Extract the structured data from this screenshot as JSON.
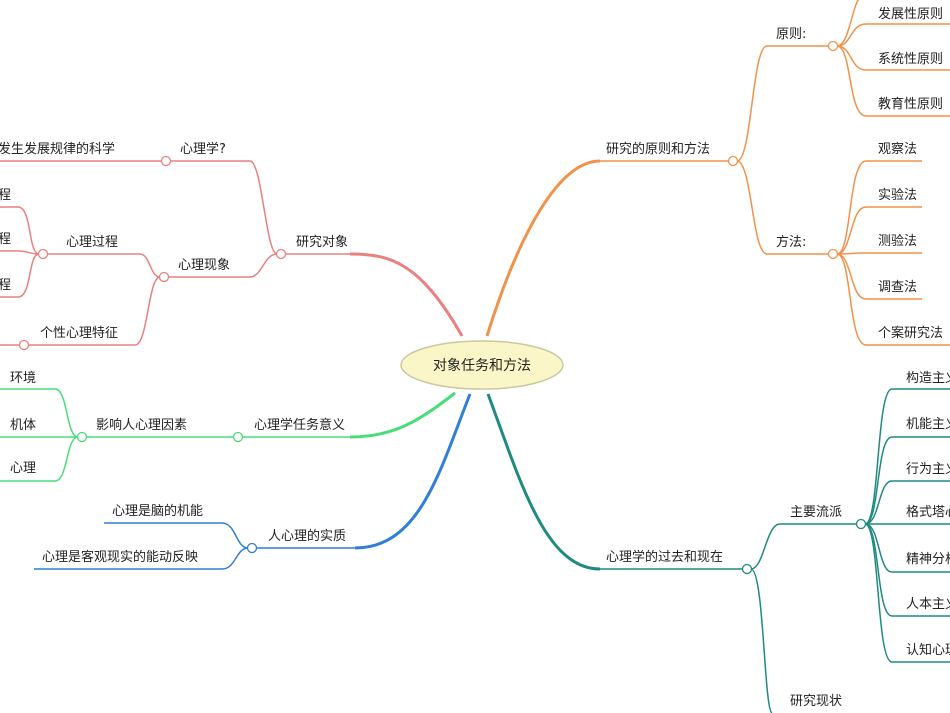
{
  "center": {
    "label": "对象任务和方法"
  },
  "colors": {
    "red": "#e8817f",
    "orange": "#f0924a",
    "green": "#49dd78",
    "blue": "#2f7fd8",
    "teal": "#1f8a80",
    "center_fill": "#fbf6c8",
    "center_stroke": "#c9c9a0"
  },
  "branches": {
    "research_object": {
      "label": "研究对象",
      "what_is": {
        "label": "心理学?",
        "child": "发生发展规律的科学"
      },
      "phenomena": {
        "label": "心理现象",
        "process": {
          "label": "心理过程",
          "children": [
            "程",
            "程",
            "程"
          ]
        },
        "personality": {
          "label": "个性心理特征"
        }
      }
    },
    "tasks": {
      "label": "心理学任务意义",
      "factors": {
        "label": "影响人心理因素",
        "children": [
          "环境",
          "机体",
          "心理"
        ]
      }
    },
    "essence": {
      "label": "人心理的实质",
      "children": [
        "心理是脑的机能",
        "心理是客观现实的能动反映"
      ]
    },
    "principles_methods": {
      "label": "研究的原则和方法",
      "principles": {
        "label": "原则:",
        "children": [
          "发展性原则",
          "系统性原则",
          "教育性原则"
        ]
      },
      "methods": {
        "label": "方法:",
        "children": [
          "观察法",
          "实验法",
          "测验法",
          "调查法",
          "个案研究法"
        ]
      }
    },
    "history": {
      "label": "心理学的过去和现在",
      "schools": {
        "label": "主要流派",
        "children": [
          "构造主义",
          "机能主义",
          "行为主义",
          "格式塔心",
          "精神分析",
          "人本主义",
          "认知心理"
        ]
      },
      "status": {
        "label": "研究现状"
      }
    }
  }
}
